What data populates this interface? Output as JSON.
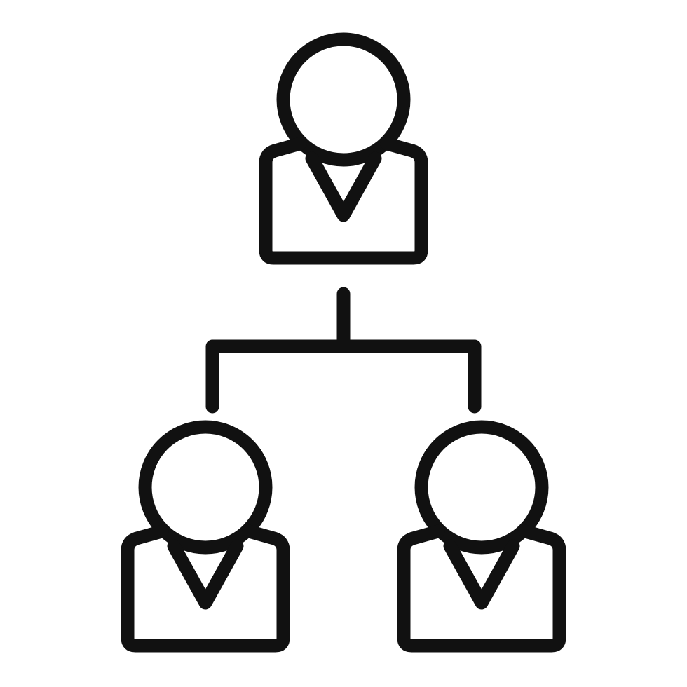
{
  "icon": {
    "name": "organizational-hierarchy-icon",
    "stroke_color": "#111111",
    "background_color": "#ffffff",
    "nodes": [
      {
        "role": "top",
        "icon": "person-icon"
      },
      {
        "role": "bottom-left",
        "icon": "person-icon"
      },
      {
        "role": "bottom-right",
        "icon": "person-icon"
      }
    ],
    "connector": "branch-connector"
  }
}
